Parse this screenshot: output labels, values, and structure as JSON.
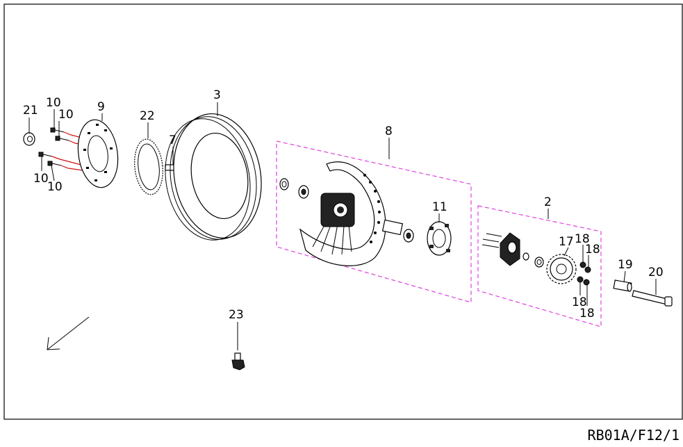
{
  "drawing_code": "RB01A/F12/1",
  "colors": {
    "group_outline": "#e040e0",
    "fastener_highlight": "#d01010",
    "line": "#000000"
  },
  "callouts": {
    "c2": "2",
    "c3": "3",
    "c7": "7",
    "c8": "8",
    "c9": "9",
    "c10a": "10",
    "c10b": "10",
    "c10c": "10",
    "c10d": "10",
    "c11": "11",
    "c17": "17",
    "c18a": "18",
    "c18b": "18",
    "c18c": "18",
    "c18d": "18",
    "c19": "19",
    "c20": "20",
    "c21": "21",
    "c22": "22",
    "c23": "23"
  },
  "icons": {
    "direction": "front-direction-arrow-icon"
  }
}
